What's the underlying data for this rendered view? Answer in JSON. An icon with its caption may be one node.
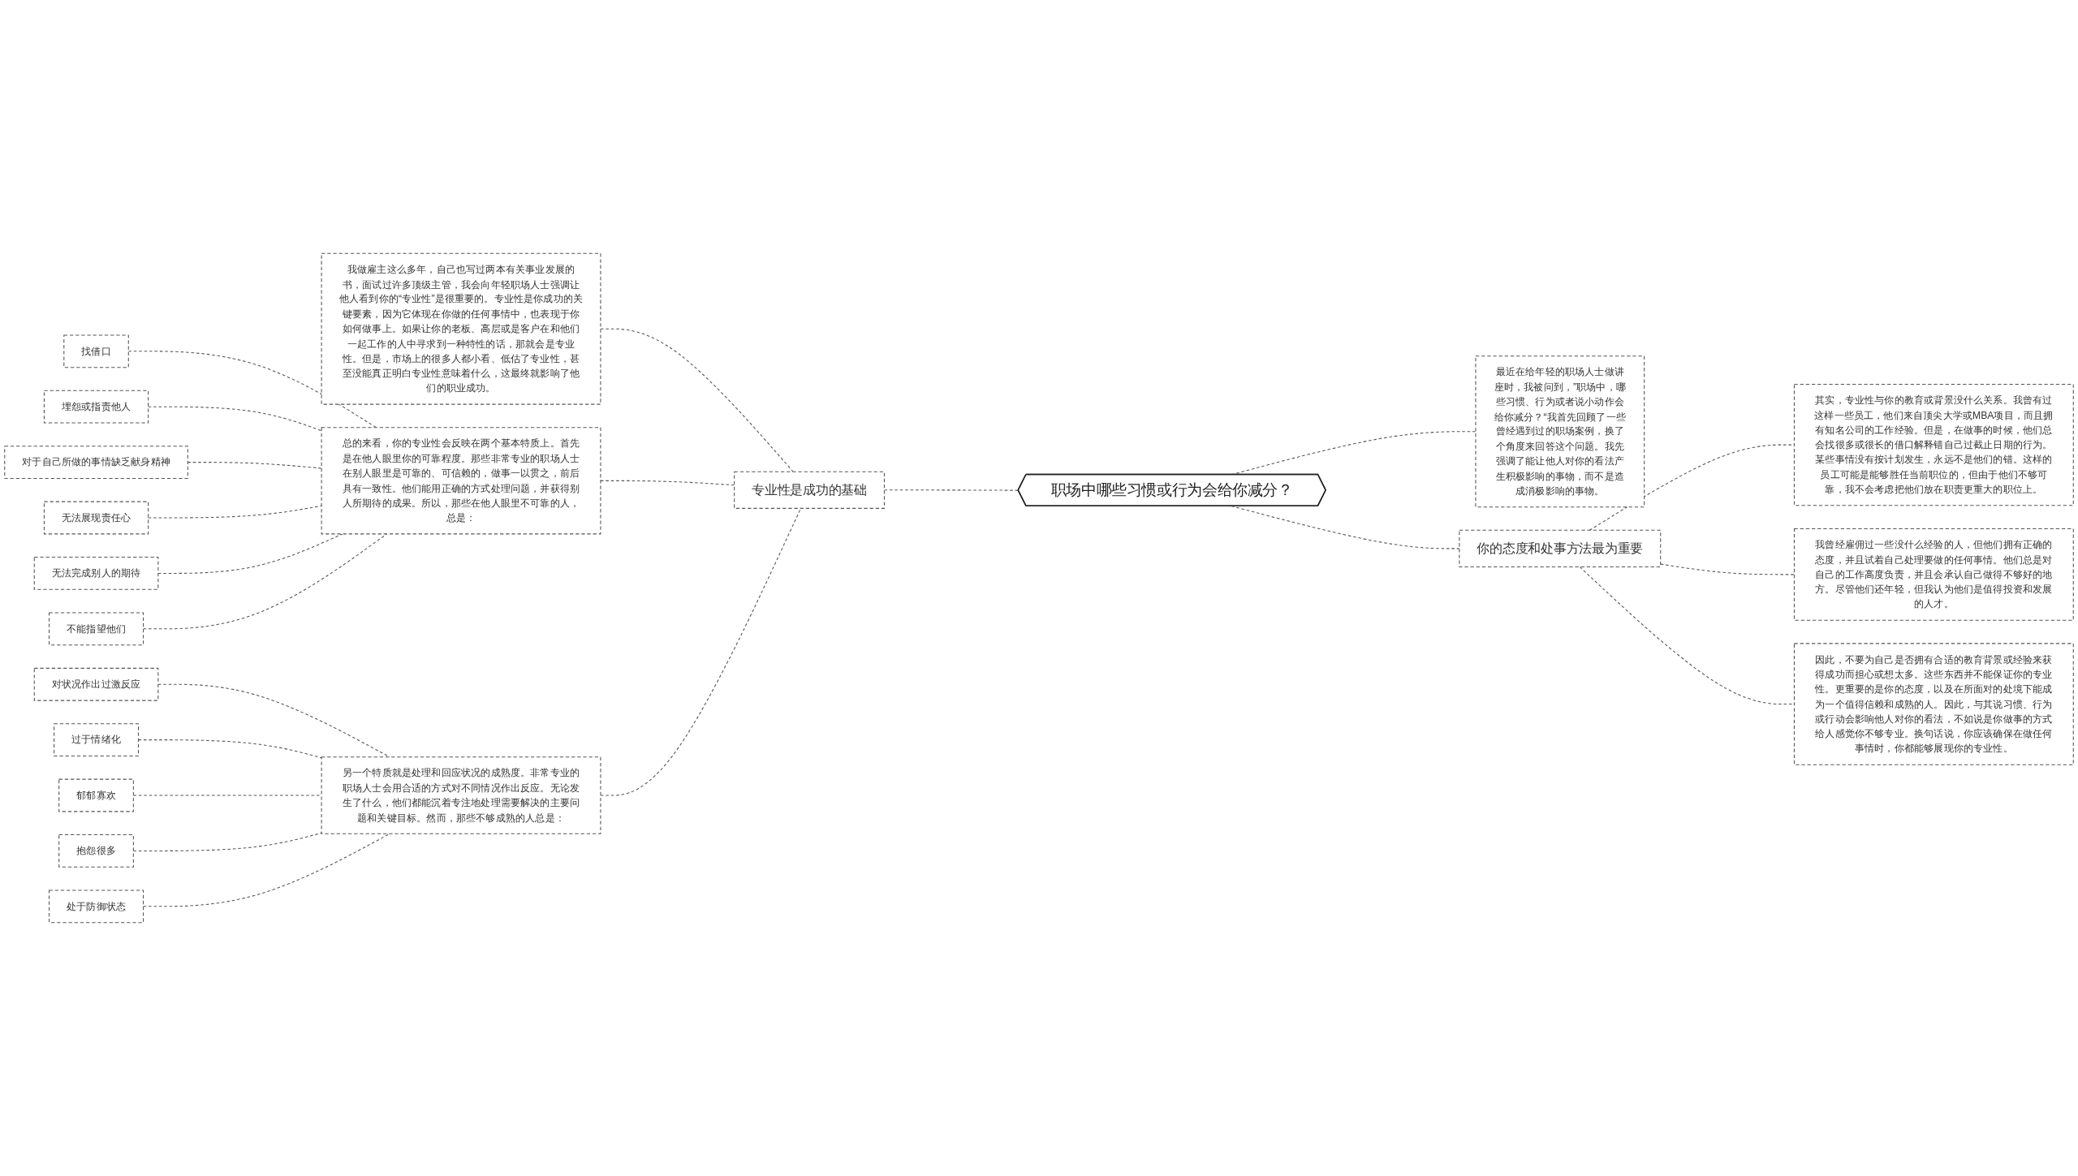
{
  "diagram": {
    "nodes": [
      {
        "text": [
          "职场中哪些习惯或行为会给你减分？"
        ]
      },
      {
        "text": [
          "专业性是成功的基础"
        ]
      },
      {
        "text": [
          "我做雇主这么多年，自己也写过两本有关事业发展的书，面试过许多顶级主管，我会向年轻职场人士强调让他人看到你的“专业性”是很重要的。专业性是你成功的关键要素，因为它体现在你做的任何事情中，也表现于你如何做事上。如果让你的老板、高层或是客户在和他们一起工作的人中寻求到一种特性的话，那就会是专业性。但是，市场上的很多人都小看、低估了专业性，甚至没能真正明白专业性意味着什么，这最终就影响了他们的职业成功。"
        ]
      },
      {
        "text": [
          "总的来看，你的专业性会反映在两个基本特质上。首先是在他人眼里你的可靠程度。那些非常专业的职场人士在别人眼里是可靠的、可信赖的，做事一以贯之，前后具有一致性。他们能用正确的方式处理问题，并获得别人所期待的成果。所以，那些在他人眼里不可靠的人，总是："
        ]
      },
      {
        "text": [
          "找借口"
        ]
      },
      {
        "text": [
          "埋怨或指责他人"
        ]
      },
      {
        "text": [
          "对于自己所做的事情缺乏献身精神"
        ]
      },
      {
        "text": [
          "无法展现责任心"
        ]
      },
      {
        "text": [
          "无法完成别人的期待"
        ]
      },
      {
        "text": [
          "不能指望他们"
        ]
      },
      {
        "text": [
          "另一个特质就是处理和回应状况的成熟度。非常专业的职场人士会用合适的方式对不同情况作出反应。无论发生了什么，他们都能沉着专注地处理需要解决的主要问题和关键目标。然而，那些不够成熟的人总是："
        ]
      },
      {
        "text": [
          "对状况作出过激反应"
        ]
      },
      {
        "text": [
          "过于情绪化"
        ]
      },
      {
        "text": [
          "郁郁寡欢"
        ]
      },
      {
        "text": [
          "抱怨很多"
        ]
      },
      {
        "text": [
          "处于防御状态"
        ]
      },
      {
        "text": [
          "最近在给年轻的职场人士做讲座时，我被问到，”职场中，哪些习惯、行为或者说小动作会给你减分？“我首先回顾了一些曾经遇到过的职场案例，换了个角度来回答这个问题。我先强调了能让他人对你的看法产生积极影响的事物，而不是造成消极影响的事物。"
        ]
      },
      {
        "text": [
          "你的态度和处事方法最为重要"
        ]
      },
      {
        "text": [
          "其实，专业性与你的教育或背景没什么关系。我曾有过这样一些员工，他们来自顶尖大学或MBA项目，而且拥有知名公司的工作经验。但是，在做事的时候，他们总会找很多或很长的借口解释错自己过截止日期的行为。某些事情没有按计划发生，永远不是他们的错。这样的员工可能是能够胜任当前职位的，但由于他们不够可靠，我不会考虑把他们放在职责更重大的职位上。"
        ]
      },
      {
        "text": [
          "我曾经雇佣过一些没什么经验的人，但他们拥有正确的态度，并且试着自己处理要做的任何事情。他们总是对自己的工作高度负责，并且会承认自己做得不够好的地方。尽管他们还年轻，但我认为他们是值得投资和发展的人才。"
        ]
      },
      {
        "text": [
          "因此，不要为自己是否拥有合适的教育背景或经验来获得成功而担心或想太多。这些东西并不能保证你的专业性。更重要的是你的态度，以及在所面对的处境下能成为一个值得信赖和成熟的人。因此，与其说习惯、行为或行动会影响他人对你的看法，不如说是你做事的方式给人感觉你不够专业。换句话说，你应该确保在做任何事情时，你都能够展现你的专业性。"
        ]
      }
    ],
    "edges": [
      {
        "from": 1,
        "to": 0,
        "arrow": "none",
        "style": "dashed"
      },
      {
        "from": 2,
        "to": 1,
        "arrow": "none",
        "style": "dashed"
      },
      {
        "from": 3,
        "to": 1,
        "arrow": "none",
        "style": "dashed"
      },
      {
        "from": 4,
        "to": 3,
        "arrow": "none",
        "style": "dashed"
      },
      {
        "from": 5,
        "to": 3,
        "arrow": "none",
        "style": "dashed"
      },
      {
        "from": 6,
        "to": 3,
        "arrow": "none",
        "style": "dashed"
      },
      {
        "from": 7,
        "to": 3,
        "arrow": "none",
        "style": "dashed"
      },
      {
        "from": 8,
        "to": 3,
        "arrow": "none",
        "style": "dashed"
      },
      {
        "from": 9,
        "to": 3,
        "arrow": "none",
        "style": "dashed"
      },
      {
        "from": 10,
        "to": 1,
        "arrow": "none",
        "style": "dashed"
      },
      {
        "from": 11,
        "to": 10,
        "arrow": "none",
        "style": "dashed"
      },
      {
        "from": 12,
        "to": 10,
        "arrow": "none",
        "style": "dashed"
      },
      {
        "from": 13,
        "to": 10,
        "arrow": "none",
        "style": "dashed"
      },
      {
        "from": 14,
        "to": 10,
        "arrow": "none",
        "style": "dashed"
      },
      {
        "from": 15,
        "to": 10,
        "arrow": "none",
        "style": "dashed"
      },
      {
        "from": 0,
        "to": 16,
        "arrow": "none",
        "style": "dashed"
      },
      {
        "from": 0,
        "to": 17,
        "arrow": "none",
        "style": "dashed"
      },
      {
        "from": 17,
        "to": 18,
        "arrow": "none",
        "style": "dashed"
      },
      {
        "from": 17,
        "to": 19,
        "arrow": "none",
        "style": "dashed"
      },
      {
        "from": 17,
        "to": 20,
        "arrow": "none",
        "style": "dashed"
      }
    ]
  }
}
